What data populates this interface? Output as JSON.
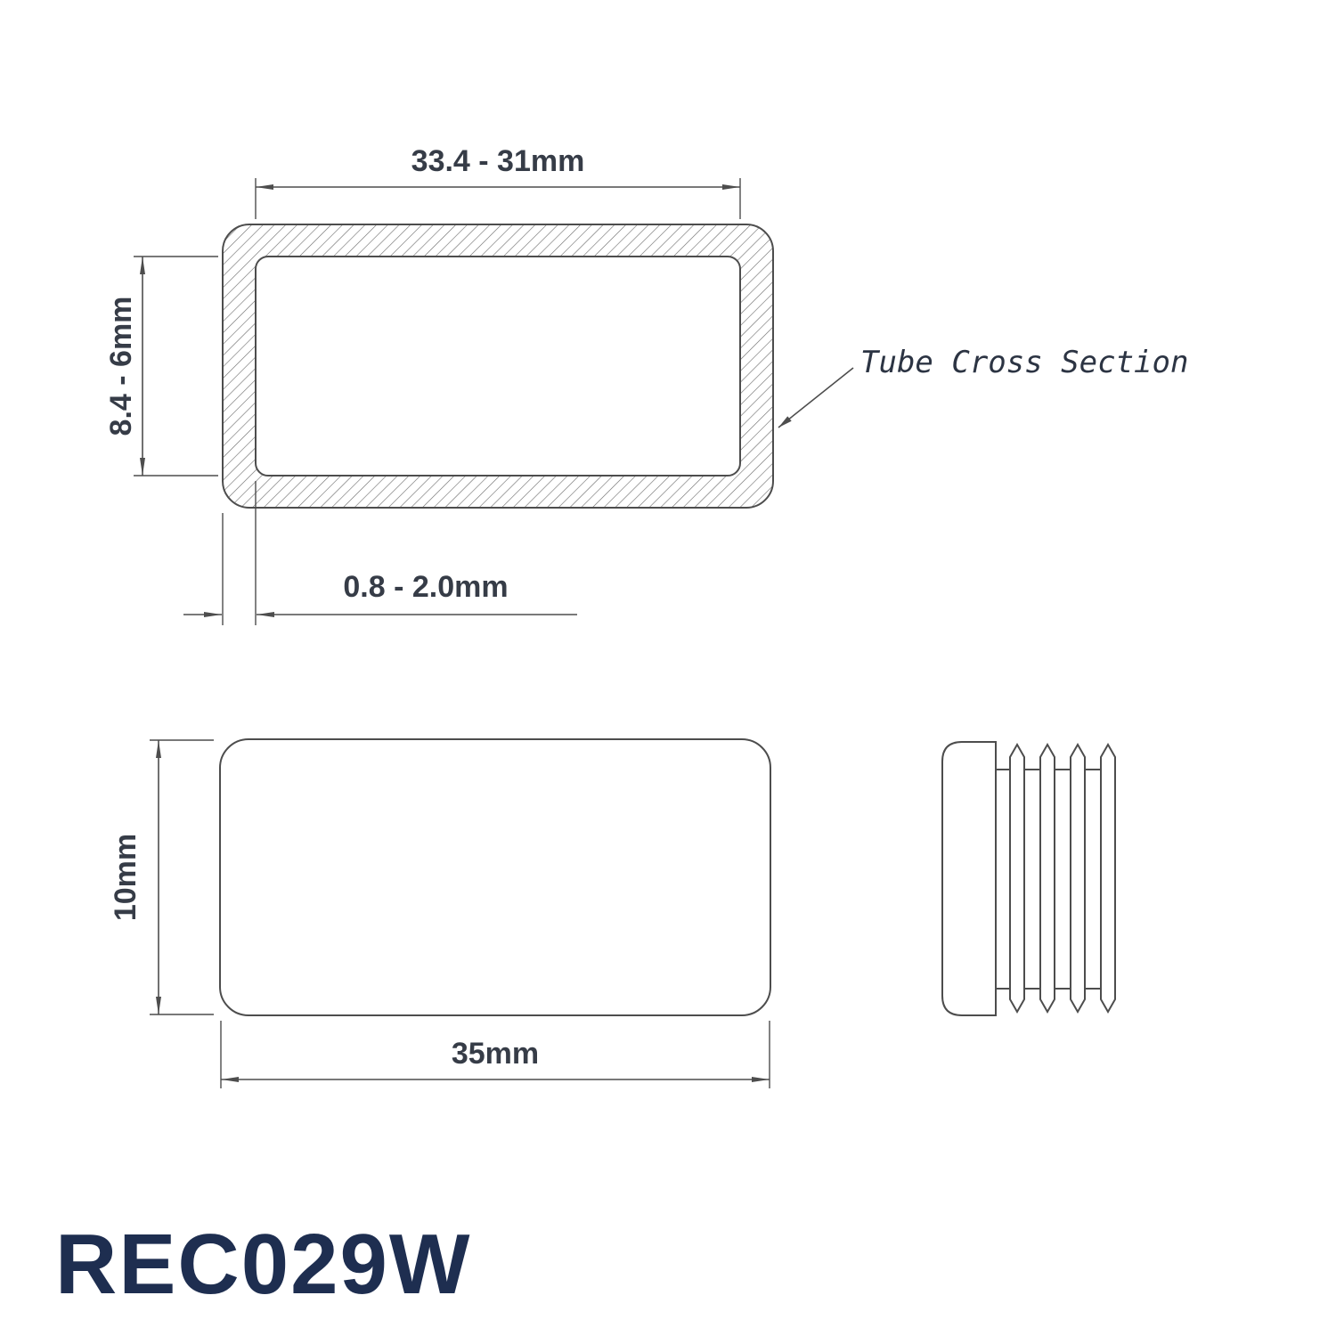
{
  "title": "REC029W",
  "cross_section": {
    "annotation": "Tube Cross Section",
    "width_label": "33.4 - 31mm",
    "height_label": "8.4 - 6mm",
    "wall_label": "0.8 - 2.0mm"
  },
  "front_view": {
    "height_label": "10mm",
    "width_label": "35mm"
  },
  "colors": {
    "line": "#4d4d4d",
    "dimension_text": "#363c47",
    "annotation_text": "#2c3443",
    "title_text": "#1e2e50",
    "background": "#ffffff"
  }
}
